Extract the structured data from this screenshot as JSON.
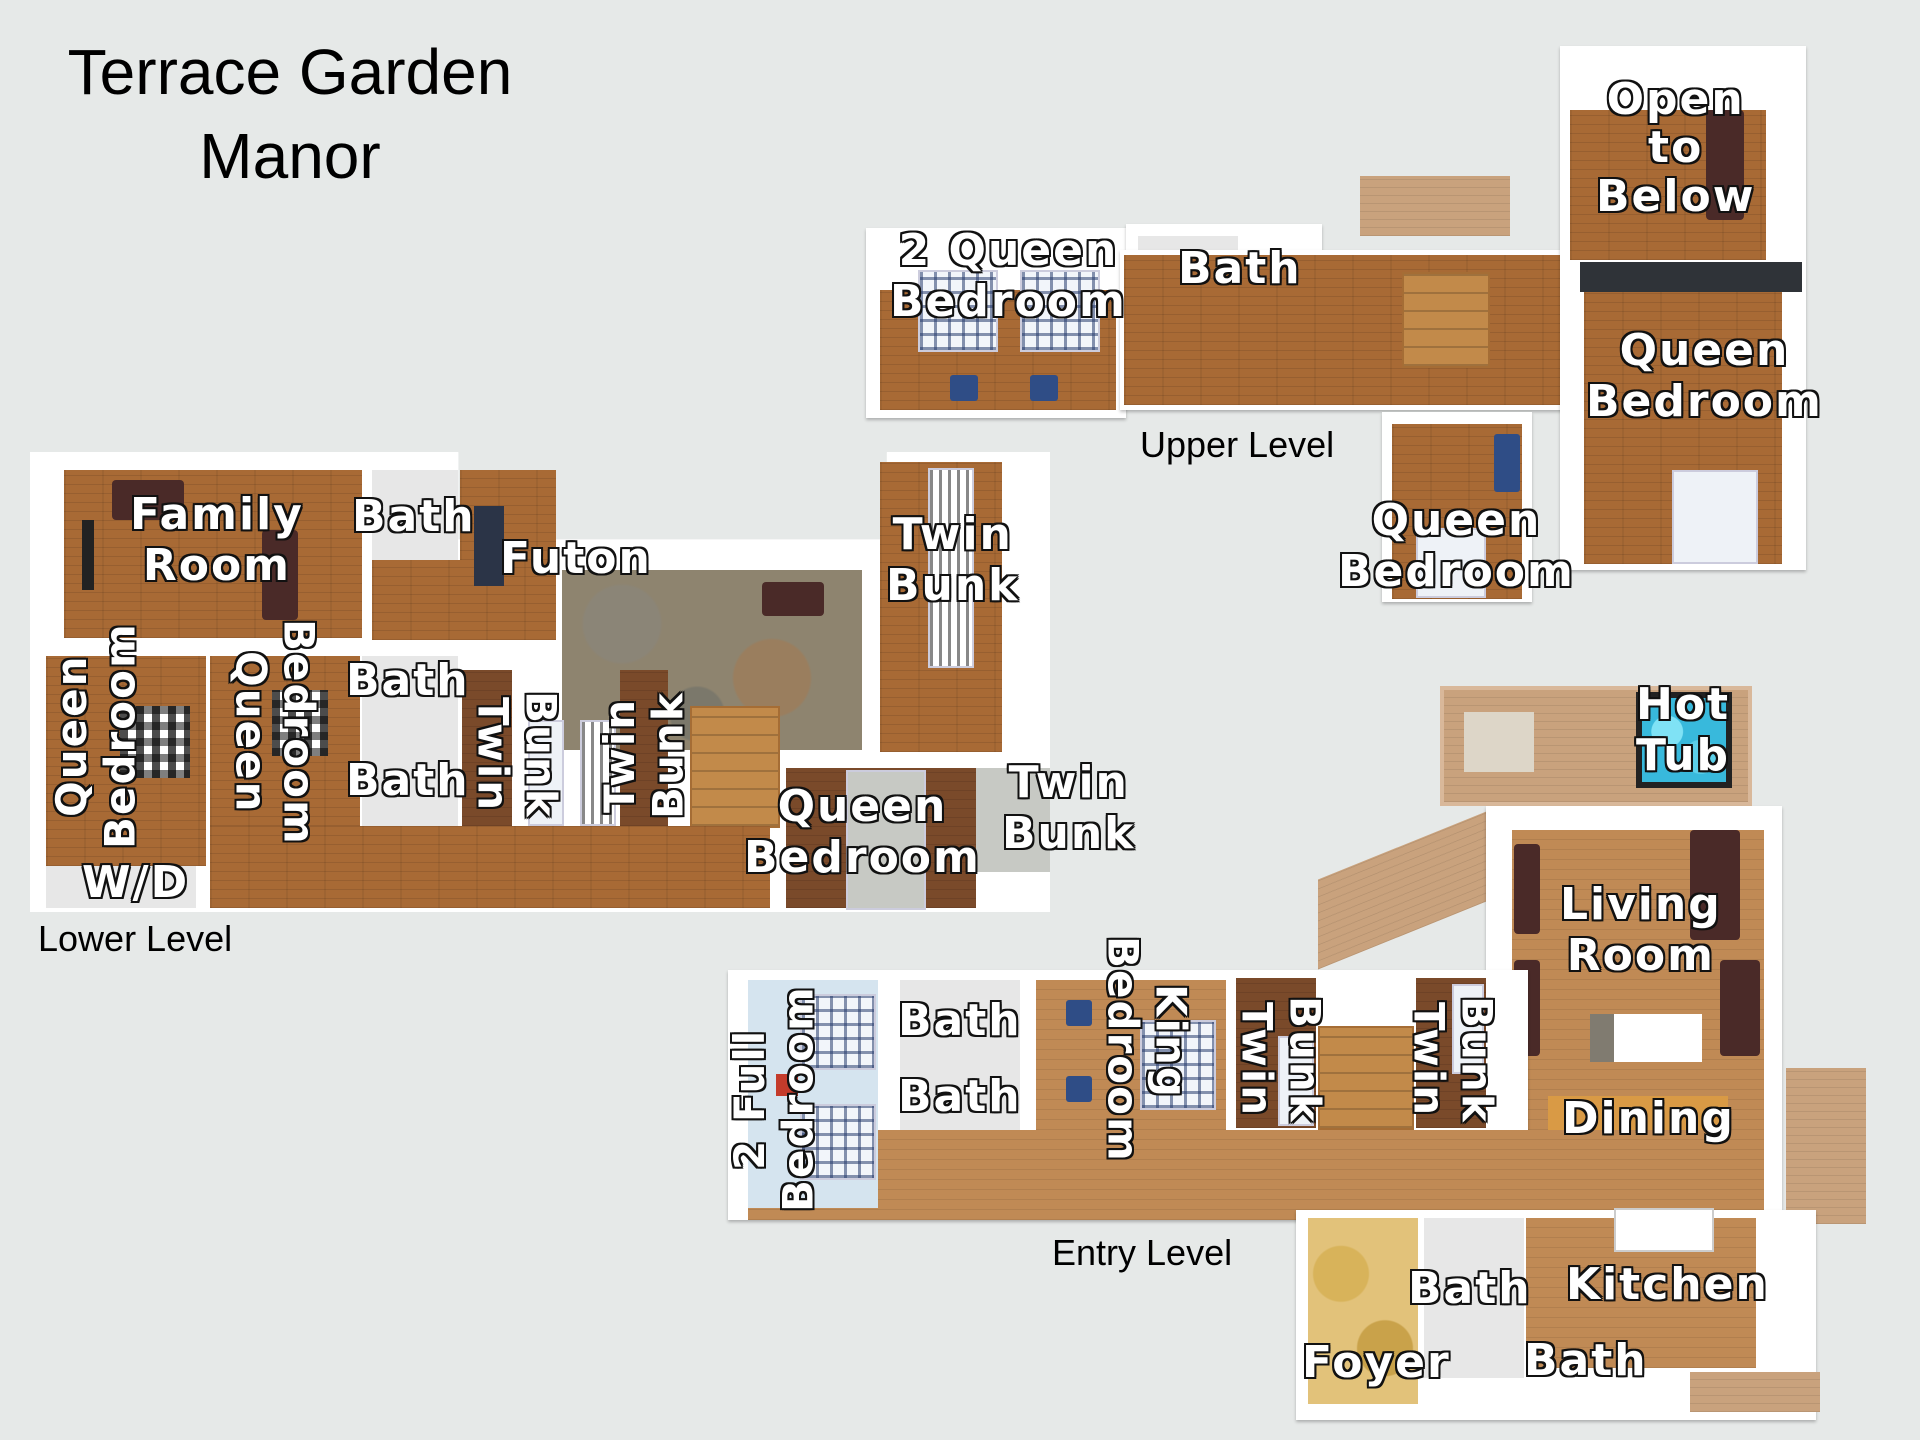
{
  "title": {
    "line1": "Terrace Garden",
    "line2": "Manor"
  },
  "levels": {
    "upper": {
      "label": "Upper Level",
      "rooms": [
        {
          "id": "upper-2-queen-bedroom",
          "line1": "2 Queen",
          "line2": "Bedroom"
        },
        {
          "id": "upper-bath",
          "line1": "Bath"
        },
        {
          "id": "upper-open-to-below",
          "line1": "Open",
          "line2": "to",
          "line3": "Below"
        },
        {
          "id": "upper-queen-bedroom-east",
          "line1": "Queen",
          "line2": "Bedroom"
        },
        {
          "id": "upper-queen-bedroom-south",
          "line1": "Queen",
          "line2": "Bedroom"
        }
      ]
    },
    "lower": {
      "label": "Lower Level",
      "rooms": [
        {
          "id": "lower-family-room",
          "line1": "Family",
          "line2": "Room"
        },
        {
          "id": "lower-bath-north",
          "line1": "Bath"
        },
        {
          "id": "lower-futon",
          "line1": "Futon"
        },
        {
          "id": "lower-twin-bunk-north",
          "line1": "Twin",
          "line2": "Bunk"
        },
        {
          "id": "lower-queen-bedroom-west",
          "line1": "Queen",
          "line2": "Bedroom"
        },
        {
          "id": "lower-bedroom-queen",
          "line1": "Bedroom",
          "line2": "Queen"
        },
        {
          "id": "lower-bath-mid-1",
          "line1": "Bath"
        },
        {
          "id": "lower-bath-mid-2",
          "line1": "Bath"
        },
        {
          "id": "lower-bunk-twin-1",
          "line1": "Bunk",
          "line2": "Twin"
        },
        {
          "id": "lower-twin-bunk-2",
          "line1": "Twin",
          "line2": "Bunk"
        },
        {
          "id": "lower-queen-bedroom-south",
          "line1": "Queen",
          "line2": "Bedroom"
        },
        {
          "id": "lower-twin-bunk-south",
          "line1": "Twin",
          "line2": "Bunk"
        },
        {
          "id": "lower-wd",
          "line1": "W/D"
        }
      ]
    },
    "entry": {
      "label": "Entry Level",
      "rooms": [
        {
          "id": "entry-hot-tub",
          "line1": "Hot",
          "line2": "Tub"
        },
        {
          "id": "entry-living-room",
          "line1": "Living",
          "line2": "Room"
        },
        {
          "id": "entry-dining",
          "line1": "Dining"
        },
        {
          "id": "entry-kitchen",
          "line1": "Kitchen"
        },
        {
          "id": "entry-bath-1",
          "line1": "Bath"
        },
        {
          "id": "entry-bath-2",
          "line1": "Bath"
        },
        {
          "id": "entry-foyer",
          "line1": "Foyer"
        },
        {
          "id": "entry-2-full-bedroom",
          "line1": "2 Full",
          "line2": "Bedroom"
        },
        {
          "id": "entry-bath-north",
          "line1": "Bath"
        },
        {
          "id": "entry-bath-south",
          "line1": "Bath"
        },
        {
          "id": "entry-king-bedroom",
          "line1": "King",
          "line2": "Bedroom"
        },
        {
          "id": "entry-bunk-twin-1",
          "line1": "Bunk",
          "line2": "Twin"
        },
        {
          "id": "entry-bunk-twin-2",
          "line1": "Bunk",
          "line2": "Twin"
        }
      ]
    }
  },
  "colors": {
    "background": "#e6e9e8",
    "wood_floor": "#a86a35",
    "wall": "#ffffff",
    "label_fill": "#ffffff",
    "label_outline": "#111111",
    "hot_tub_water": "#38b9dc"
  }
}
